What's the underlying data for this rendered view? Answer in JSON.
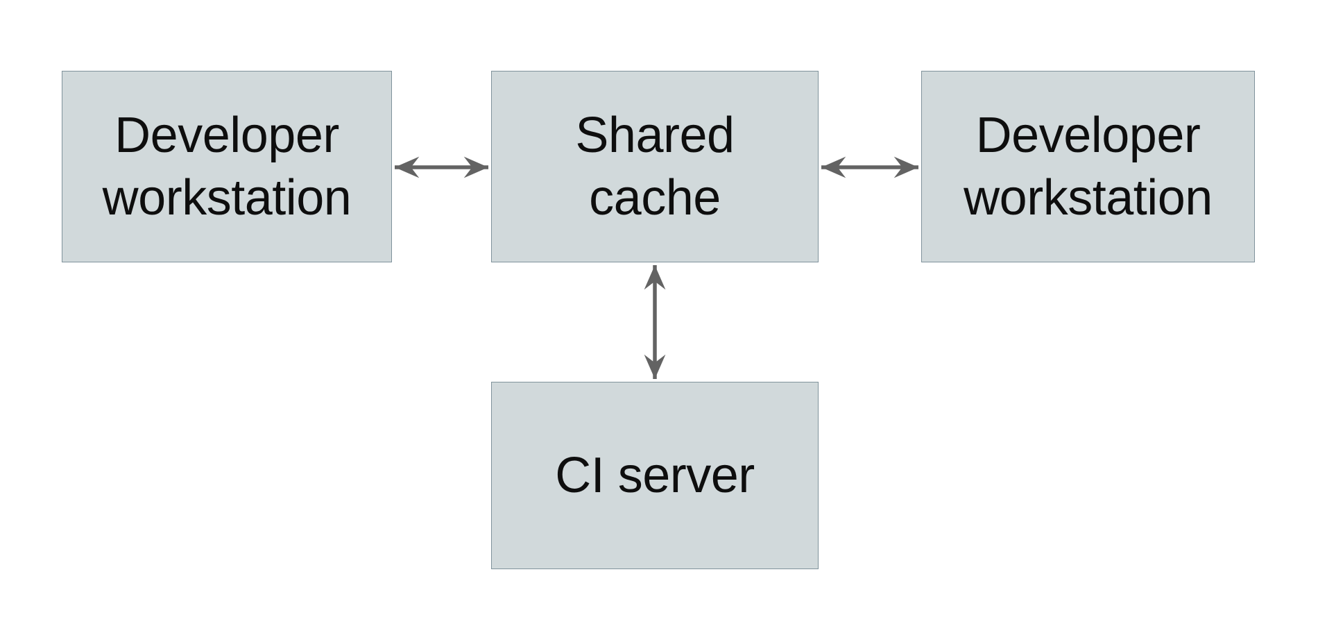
{
  "diagram": {
    "description": "Shared cache topology diagram",
    "nodes": [
      {
        "id": "developer-workstation-left",
        "label": "Developer\nworkstation"
      },
      {
        "id": "shared-cache",
        "label": "Shared\ncache"
      },
      {
        "id": "developer-workstation-right",
        "label": "Developer\nworkstation"
      },
      {
        "id": "ci-server",
        "label": "CI server"
      }
    ],
    "edges": [
      {
        "from": "developer-workstation-left",
        "to": "shared-cache",
        "direction": "bidirectional"
      },
      {
        "from": "shared-cache",
        "to": "developer-workstation-right",
        "direction": "bidirectional"
      },
      {
        "from": "shared-cache",
        "to": "ci-server",
        "direction": "bidirectional"
      }
    ]
  },
  "colors": {
    "background": "#ffffff",
    "node_fill": "#d1d9db",
    "node_border": "#7f929b",
    "node_text": "#0e0e0e",
    "arrow": "#636363"
  }
}
